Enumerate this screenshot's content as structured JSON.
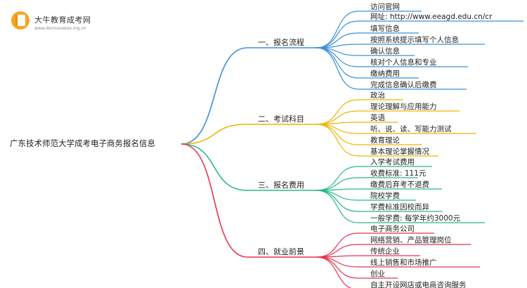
{
  "logo": {
    "title": "大牛教育成考网",
    "subtitle": "www.daniuxueiao.org.cn"
  },
  "root": "广东技术师范大学成考电子商务报名信息",
  "branches": [
    {
      "label": "一、报名流程",
      "color": "#3a8fd9",
      "items": [
        "访问官网",
        "网址: http://www.eeagd.edu.cn/cr",
        "填写信息",
        "按照系统提示填写个人信息",
        "确认信息",
        "核对个人信息和专业",
        "缴纳费用",
        "完成信息确认后缴费"
      ]
    },
    {
      "label": "二、考试科目",
      "color": "#f0b400",
      "items": [
        "政治",
        "理论理解与应用能力",
        "英语",
        "听、说、读、写能力测试",
        "教育理论",
        "基本理论掌握情况"
      ]
    },
    {
      "label": "三、报名费用",
      "color": "#28b983",
      "items": [
        "入学考试费用",
        "收费标准: 111元",
        "缴费后弃考不退费",
        "院校学费",
        "学费标准因校而异",
        "一般学费: 每学年约3000元"
      ]
    },
    {
      "label": "四、就业前景",
      "color": "#e8334f",
      "items": [
        "电子商务公司",
        "网络营销、产品管理岗位",
        "传统企业",
        "线上销售和市场推广",
        "创业",
        "自主开设网店或电商咨询服务"
      ]
    }
  ]
}
